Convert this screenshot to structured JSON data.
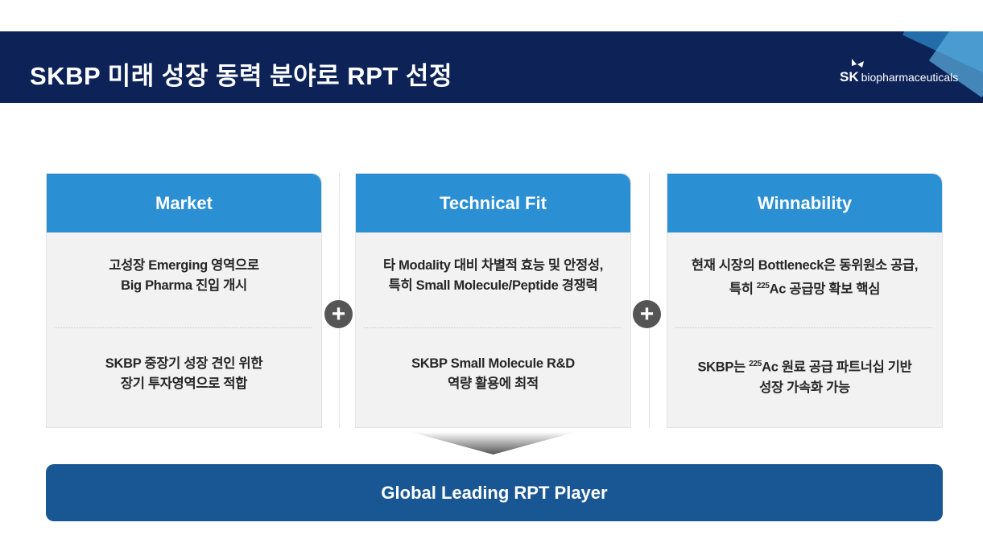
{
  "header": {
    "title": "SKBP 미래 성장 동력 분야로 RPT 선정",
    "logo_sk": "SK",
    "logo_text": "biopharmaceuticals"
  },
  "cards": [
    {
      "title": "Market",
      "point1_line1": "고성장 Emerging 영역으로",
      "point1_line2": "Big Pharma 진입 개시",
      "point2_line1": "SKBP 중장기 성장 견인 위한",
      "point2_line2": "장기 투자영역으로 적합"
    },
    {
      "title": "Technical Fit",
      "point1_line1": "타 Modality 대비 차별적 효능 및 안정성,",
      "point1_line2": "특히 Small Molecule/Peptide 경쟁력",
      "point2_line1": "SKBP Small Molecule R&D",
      "point2_line2": "역량 활용에 최적"
    },
    {
      "title": "Winnability",
      "point1_line1": "현재 시장의 Bottleneck은 동위원소 공급,",
      "point1_line2_pre": "특히 ",
      "point1_line2_sup": "225",
      "point1_line2_post": "Ac 공급망 확보 핵심",
      "point2_line1_pre": "SKBP는 ",
      "point2_line1_sup": "225",
      "point2_line1_post": "Ac 원료 공급 파트너십 기반",
      "point2_line2": "성장 가속화 가능"
    }
  ],
  "plus_symbol": "+",
  "result": "Global Leading RPT Player"
}
